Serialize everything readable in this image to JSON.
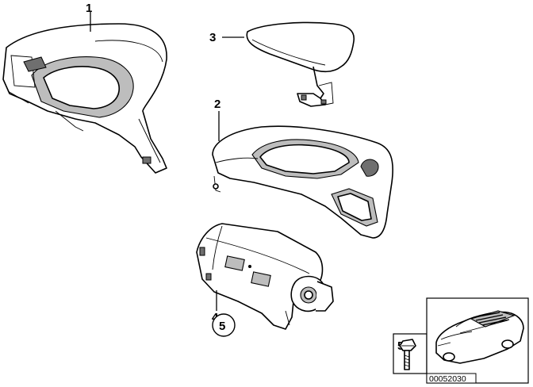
{
  "callouts": {
    "c1": "1",
    "c2": "2",
    "c3": "3",
    "c4": "4",
    "c5_circled": "5",
    "c5_inset": "5"
  },
  "reference_number": "00052030",
  "icons": [
    "dashboard-carrier",
    "dashboard-trim-panel",
    "airbag-cover-lid",
    "passenger-airbag-module",
    "screw-bolt",
    "vehicle-location-car"
  ]
}
